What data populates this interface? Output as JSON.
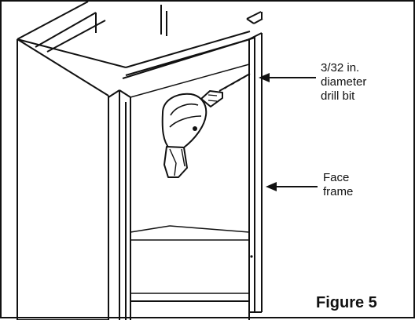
{
  "labels": {
    "drill_bit": {
      "line1": "3/32 in.",
      "line2": "diameter",
      "line3": "drill bit"
    },
    "face_frame": {
      "line1": "Face",
      "line2": "frame"
    }
  },
  "figure": {
    "caption": "Figure 5"
  },
  "colors": {
    "line": "#111111",
    "fill": "#ffffff",
    "shade": "#d9d9d9"
  },
  "icons": {
    "drill": "power-drill"
  }
}
